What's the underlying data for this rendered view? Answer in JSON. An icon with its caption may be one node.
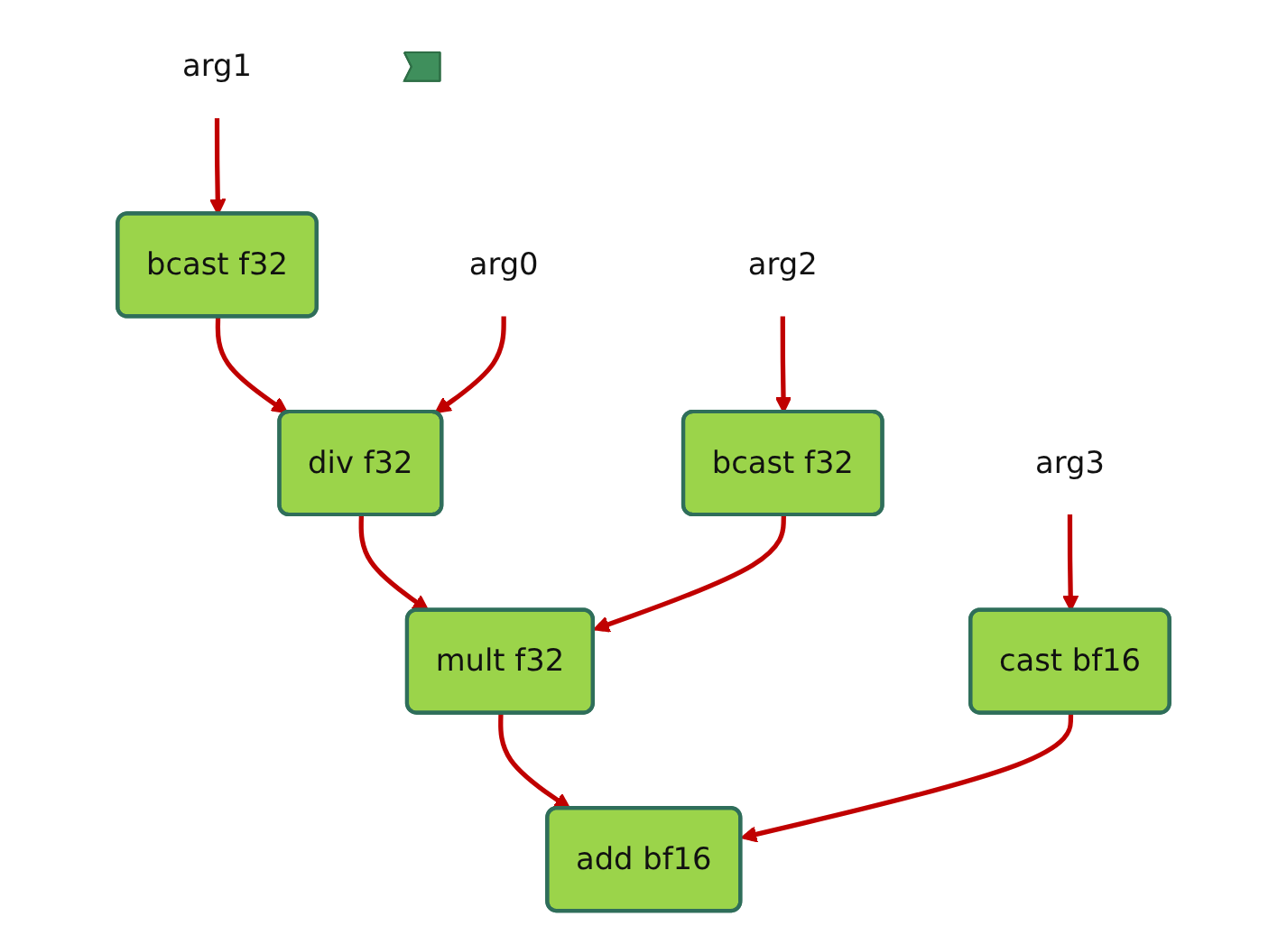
{
  "diagram": {
    "nodes": [
      {
        "text": [
          "arg1"
        ]
      },
      {
        "text": [
          "bcast f32"
        ]
      },
      {
        "text": [
          "arg2"
        ]
      },
      {
        "text": [
          "bcast f32"
        ]
      },
      {
        "text": [
          "arg0"
        ]
      },
      {
        "text": [
          "div f32"
        ]
      },
      {
        "text": [
          "arg3"
        ]
      },
      {
        "text": [
          "mult f32"
        ]
      },
      {
        "text": [
          "cast bf16"
        ]
      },
      {
        "text": [
          "add bf16"
        ]
      },
      {
        "text": [],
        "shape": "arrow"
      }
    ],
    "edges": [
      {
        "from": 0,
        "to": 1,
        "arrow": "to"
      },
      {
        "from": 2,
        "to": 3,
        "arrow": "to"
      },
      {
        "from": 1,
        "to": 5,
        "arrow": "to"
      },
      {
        "from": 4,
        "to": 5,
        "arrow": "to"
      },
      {
        "from": 5,
        "to": 7,
        "arrow": "to"
      },
      {
        "from": 3,
        "to": 7,
        "arrow": "to"
      },
      {
        "from": 6,
        "to": 8,
        "arrow": "to"
      },
      {
        "from": 7,
        "to": 9,
        "arrow": "to"
      },
      {
        "from": 8,
        "to": 9,
        "arrow": "to"
      }
    ]
  }
}
